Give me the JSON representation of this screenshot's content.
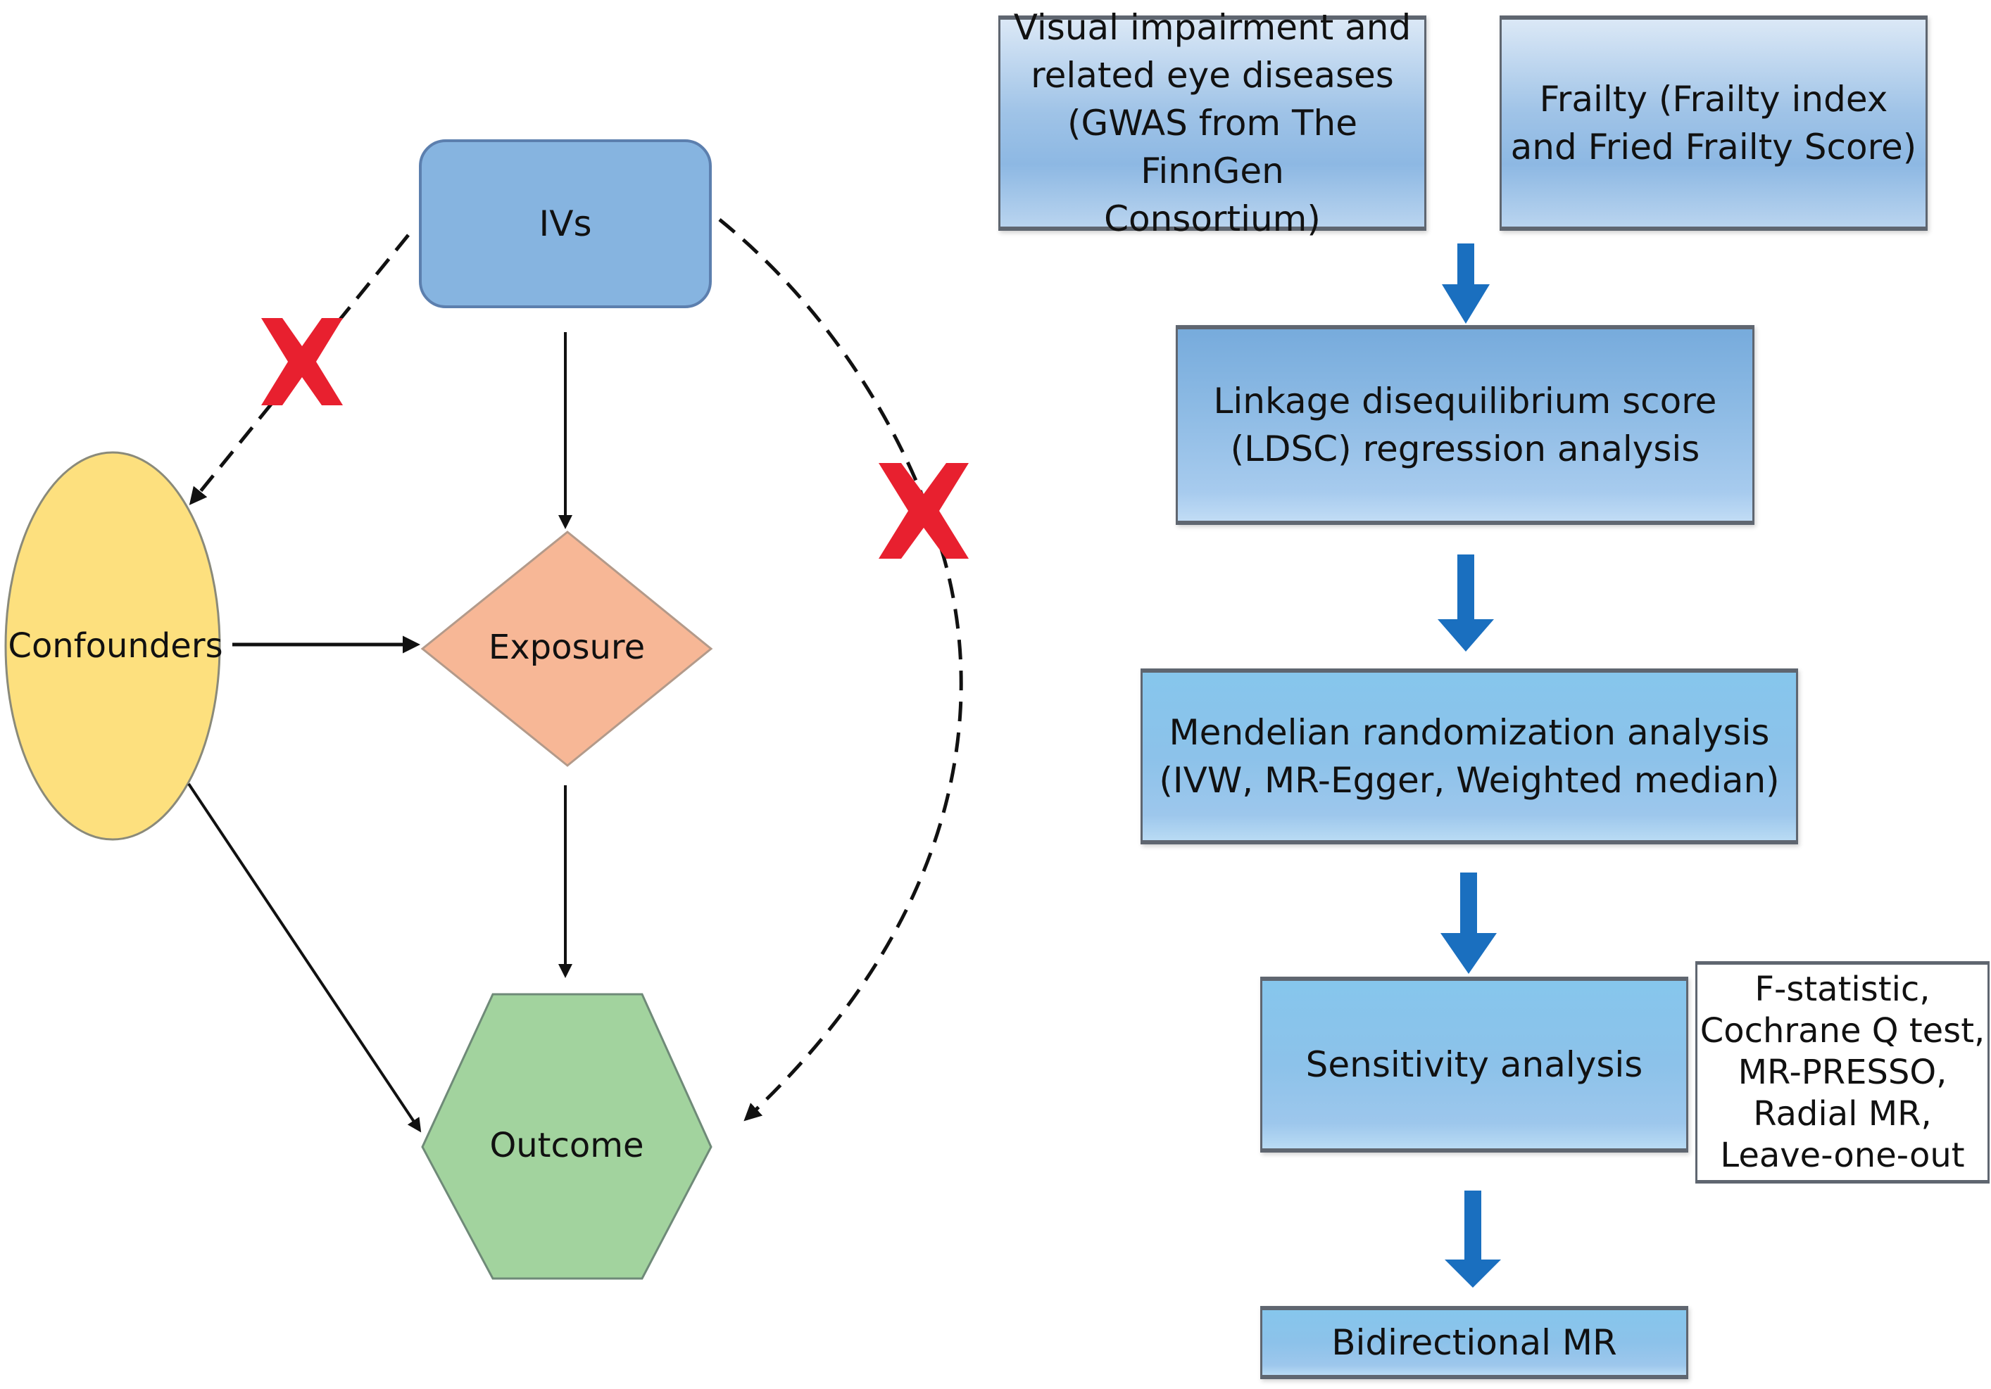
{
  "left_diagram": {
    "nodes": {
      "ivs": {
        "label": "IVs",
        "fill": "#86b4e0"
      },
      "confounders": {
        "label": "Confounders",
        "fill": "#fde07e"
      },
      "exposure": {
        "label": "Exposure",
        "fill": "#f7b796"
      },
      "outcome": {
        "label": "Outcome",
        "fill": "#a2d39e"
      }
    },
    "edges": [
      {
        "from": "IVs",
        "to": "Confounders",
        "style": "dashed",
        "blocked": true
      },
      {
        "from": "IVs",
        "to": "Exposure",
        "style": "solid",
        "blocked": false
      },
      {
        "from": "IVs",
        "to": "Outcome",
        "style": "dashed",
        "blocked": true
      },
      {
        "from": "Confounders",
        "to": "Exposure",
        "style": "solid",
        "blocked": false
      },
      {
        "from": "Confounders",
        "to": "Outcome",
        "style": "solid",
        "blocked": false
      },
      {
        "from": "Exposure",
        "to": "Outcome",
        "style": "solid",
        "blocked": false
      }
    ],
    "blocked_marker_color": "#e8202f"
  },
  "flowchart": {
    "inputs": [
      {
        "label": "Visual impairment and\nrelated eye diseases\n(GWAS from The FinnGen\nConsortium)"
      },
      {
        "label": "Frailty (Frailty index\nand Fried Frailty Score)"
      }
    ],
    "steps": [
      {
        "label": "Linkage disequilibrium score\n(LDSC) regression analysis"
      },
      {
        "label": "Mendelian randomization analysis\n(IVW, MR-Egger, Weighted median)"
      },
      {
        "label": "Sensitivity analysis"
      },
      {
        "label": "Bidirectional MR"
      }
    ],
    "sensitivity_methods": {
      "label": "F-statistic,\nCochrane Q test,\nMR-PRESSO,\nRadial MR,\nLeave-one-out"
    },
    "arrow_color": "#1a6fbf"
  }
}
